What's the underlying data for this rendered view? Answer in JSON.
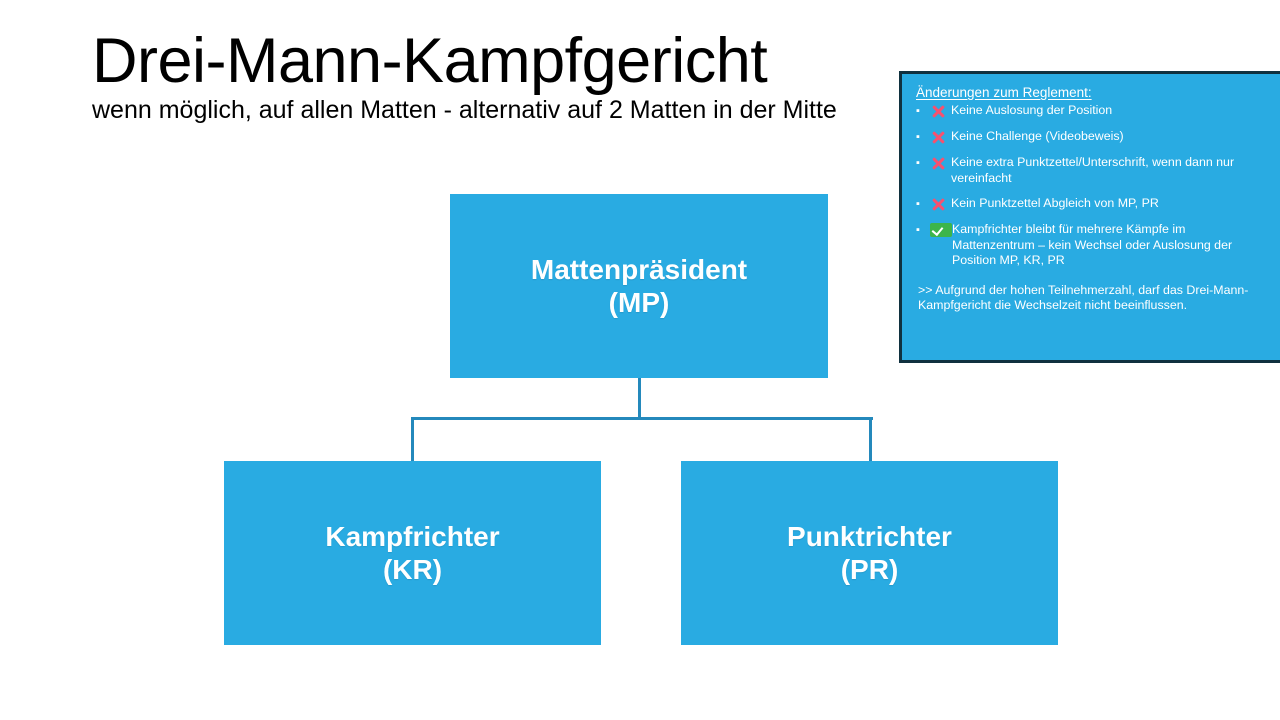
{
  "title": {
    "heading": "Drei-Mann-Kampfgericht",
    "subheading": "wenn möglich, auf allen Matten - alternativ auf 2 Matten in der Mitte"
  },
  "colors": {
    "node_fill": "#29ABE2",
    "connector": "#2489BC",
    "panel_border": "#10313F",
    "cross_mark": "#F7516F",
    "check_mark": "#3CB54A",
    "node_text": "#FFFFFF"
  },
  "org_chart": {
    "type": "hierarchy",
    "nodes": [
      {
        "id": "mp",
        "label": "Mattenpräsident\n(MP)",
        "level": 0
      },
      {
        "id": "kr",
        "label": "Kampfrichter\n(KR)",
        "level": 1
      },
      {
        "id": "pr",
        "label": "Punktrichter\n(PR)",
        "level": 1
      }
    ],
    "edges": [
      {
        "from": "mp",
        "to": "kr"
      },
      {
        "from": "mp",
        "to": "pr"
      }
    ]
  },
  "rules_panel": {
    "heading": "Änderungen zum Reglement:",
    "bullet_glyph": "▪",
    "items": [
      {
        "mark": "cross-icon",
        "text": "Keine Auslosung der Position"
      },
      {
        "mark": "cross-icon",
        "text": "Keine Challenge (Videobeweis)"
      },
      {
        "mark": "cross-icon",
        "text": "Keine extra Punktzettel/Unterschrift, wenn dann nur vereinfacht"
      },
      {
        "mark": "cross-icon",
        "text": "Kein Punktzettel Abgleich von MP, PR"
      },
      {
        "mark": "check-icon",
        "text": "Kampfrichter bleibt für mehrere Kämpfe im Mattenzentrum – kein Wechsel oder Auslosung der Position MP, KR, PR"
      }
    ],
    "footnote": ">> Aufgrund der hohen Teilnehmerzahl, darf das Drei-Mann-Kampfgericht die Wechselzeit nicht beeinflussen."
  }
}
